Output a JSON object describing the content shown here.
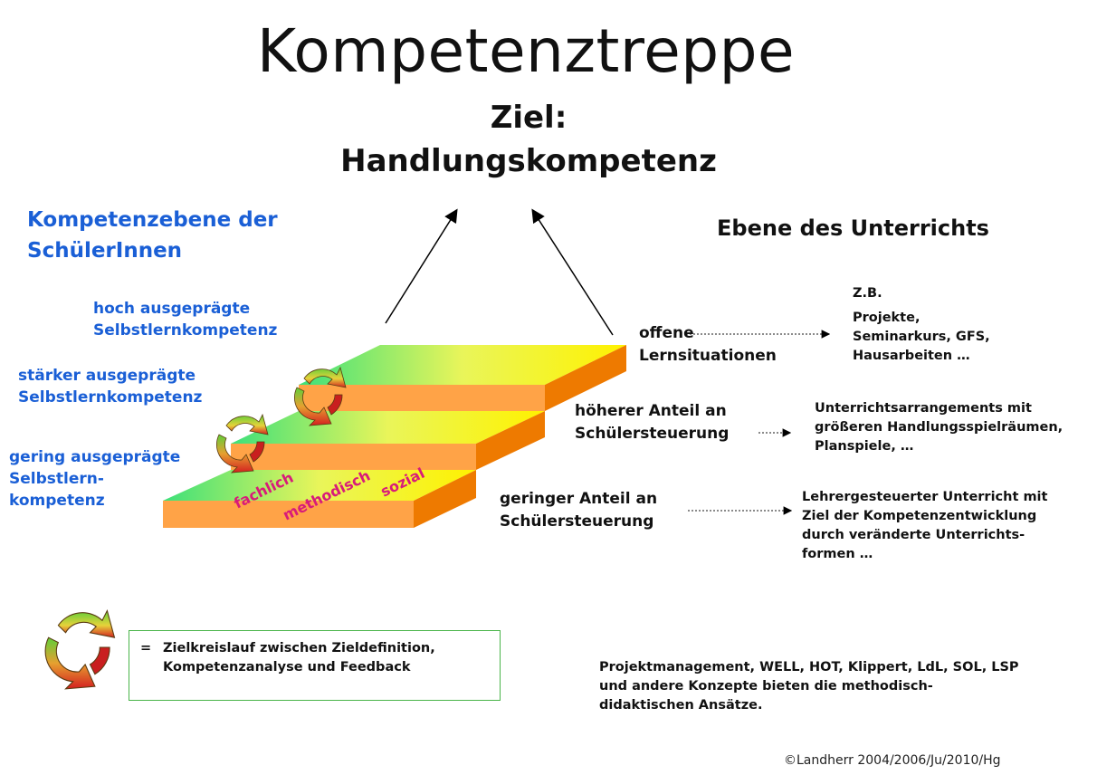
{
  "title": "Kompetenztreppe",
  "goal": {
    "line1": "Ziel:",
    "line2": "Handlungskompetenz"
  },
  "left_heading": {
    "line1": "Kompetenzebene der",
    "line2": "SchülerInnen"
  },
  "right_heading": "Ebene des Unterrichts",
  "levels_left": [
    {
      "line1": "hoch  ausgeprägte",
      "line2": "Selbstlernkompetenz"
    },
    {
      "line1": "stärker ausgeprägte",
      "line2": "Selbstlernkompetenz"
    },
    {
      "line1": "gering ausgeprägte",
      "line2": "Selbstlern-",
      "line3": "kompetenz"
    }
  ],
  "step_labels": [
    "fachlich",
    "methodisch",
    "sozial"
  ],
  "levels_mid": [
    {
      "line1": "offene",
      "line2": "Lernsituationen"
    },
    {
      "line1": "höherer  Anteil  an",
      "line2": "Schülersteuerung"
    },
    {
      "line1": "geringer  Anteil  an",
      "line2": "Schülersteuerung"
    }
  ],
  "examples": [
    {
      "line0": "Z.B.",
      "line1": "Projekte,",
      "line2": "Seminarkurs, GFS,",
      "line3": "Hausarbeiten …"
    },
    {
      "line1": "Unterrichtsarrangements mit",
      "line2": "größeren Handlungsspielräumen,",
      "line3": "Planspiele, …"
    },
    {
      "line1": "Lehrergesteuerter Unterricht mit",
      "line2": "Ziel der Kompetenzentwicklung",
      "line3": "durch veränderte Unterrichts-",
      "line4": "formen …"
    }
  ],
  "legend": {
    "symbol": "=",
    "line1": "Zielkreislauf zwischen Zieldefinition,",
    "line2": "Kompetenzanalyse und Feedback"
  },
  "concepts": {
    "line1": "Projektmanagement, WELL, HOT, Klippert, LdL, SOL, LSP",
    "line2": "und andere Konzepte bieten die methodisch-",
    "line3": "didaktischen Ansätze."
  },
  "copyright": "©Landherr 2004/2006/Ju/2010/Hg",
  "colors": {
    "blue_text": "#1a5fd6",
    "step_front": "#ffa347",
    "step_side": "#ee7a00",
    "legend_border": "#49b449"
  }
}
